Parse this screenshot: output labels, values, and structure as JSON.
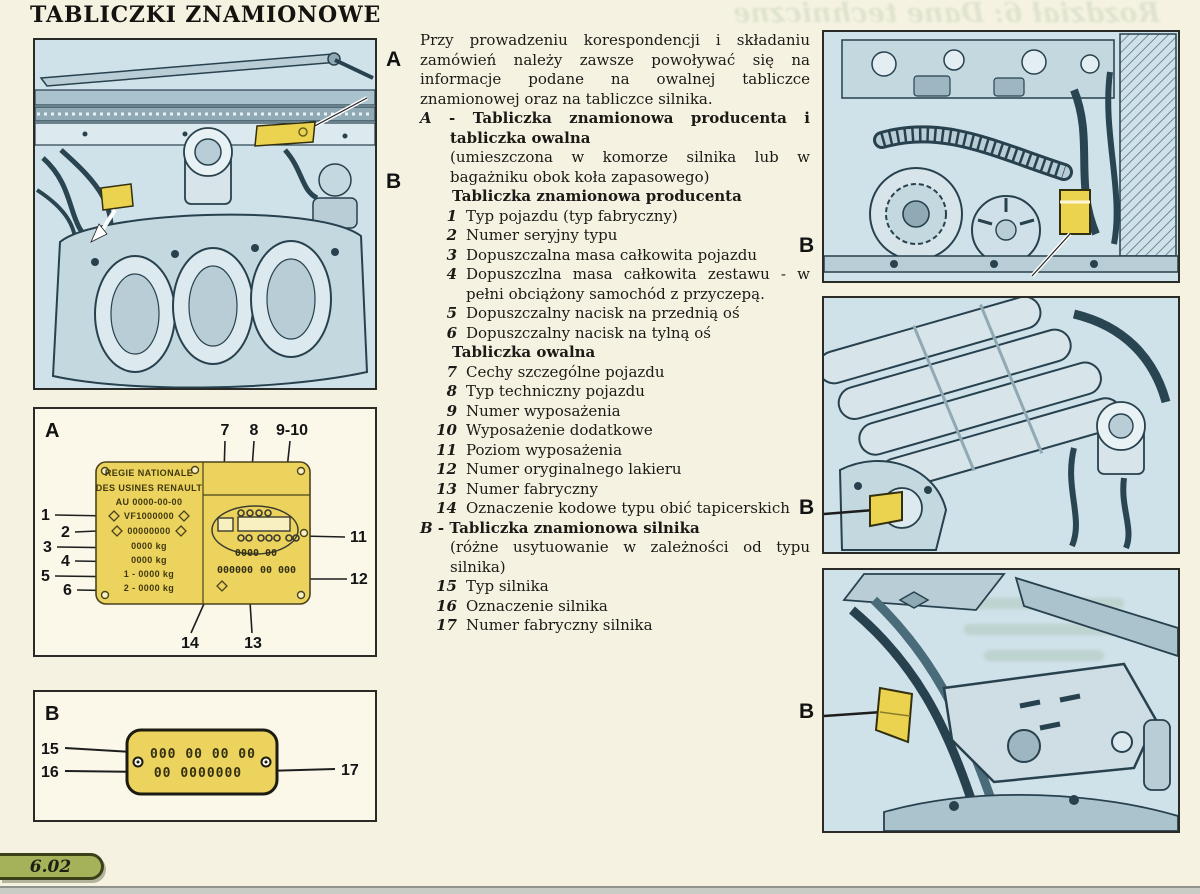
{
  "page": {
    "title": "TABLICZKI ZNAMIONOWE",
    "page_number": "6.02",
    "bleed_header": "Rozdział 6: Dane techniczne"
  },
  "intro": "Przy prowadzeniu korespondencji i składaniu zamówień należy zawsze powoływać się na informacje podane na owalnej tabliczce znamionowej oraz na tabliczce silnika.",
  "section_a": {
    "label": "A",
    "dash": "-",
    "title": "Tabliczka znamionowa producenta i tabliczka owalna",
    "subtitle": "(umieszczona w komorze silnika lub w bagażniku obok koła zapasowego)",
    "producer": {
      "heading": "Tabliczka znamionowa producenta",
      "items": [
        {
          "num": "1",
          "text": "Typ pojazdu (typ fabryczny)"
        },
        {
          "num": "2",
          "text": "Numer seryjny typu"
        },
        {
          "num": "3",
          "text": "Dopuszczalna masa całkowita pojazdu"
        },
        {
          "num": "4",
          "text": "Dopuszczlna masa całkowita zestawu - w pełni obciążony samochód z przyczepą."
        },
        {
          "num": "5",
          "text": "Dopuszczalny nacisk na przednią oś"
        },
        {
          "num": "6",
          "text": "Dopuszczalny nacisk na tylną oś"
        }
      ]
    },
    "oval": {
      "heading": "Tabliczka owalna",
      "items": [
        {
          "num": "7",
          "text": "Cechy szczególne pojazdu"
        },
        {
          "num": "8",
          "text": "Typ techniczny pojazdu"
        },
        {
          "num": "9",
          "text": "Numer wyposażenia"
        },
        {
          "num": "10",
          "text": "Wyposażenie dodatkowe"
        },
        {
          "num": "11",
          "text": "Poziom wyposażenia"
        },
        {
          "num": "12",
          "text": "Numer oryginalnego lakieru"
        },
        {
          "num": "13",
          "text": "Numer fabryczny"
        },
        {
          "num": "14",
          "text": "Oznaczenie kodowe typu obić tapicerskich"
        }
      ]
    }
  },
  "section_b": {
    "label": "B",
    "dash": "-",
    "title": "Tabliczka znamionowa silnika",
    "subtitle": "(różne usytuowanie w zależności od typu silnika)",
    "items": [
      {
        "num": "15",
        "text": "Typ silnika"
      },
      {
        "num": "16",
        "text": "Oznaczenie silnika"
      },
      {
        "num": "17",
        "text": "Numer fabryczny silnika"
      }
    ]
  },
  "figures": {
    "engine_bay": {
      "label_a": "A",
      "label_b": "B"
    },
    "right_top": {
      "label": "B"
    },
    "right_middle": {
      "label": "B"
    },
    "right_bottom": {
      "label": "B"
    }
  },
  "diagram_a": {
    "label": "A",
    "plate": {
      "line1": "REGIE NATIONALE",
      "line2": "DES USINES RENAULT",
      "line3": "AU 0000-00-00",
      "line4": "VF1000000",
      "line5": "00000000",
      "line6": "0000 kg",
      "line7": "0000 kg",
      "line8": "1 - 0000 kg",
      "line9": "2 - 0000 kg",
      "oval_code": "0000 00",
      "bottom_left": "000000",
      "bottom_right": "00 000"
    },
    "callouts": {
      "c1": "1",
      "c2": "2",
      "c3": "3",
      "c4": "4",
      "c5": "5",
      "c6": "6",
      "c7": "7",
      "c8": "8",
      "c9_10": "9-10",
      "c11": "11",
      "c12": "12",
      "c13": "13",
      "c14": "14"
    }
  },
  "diagram_b": {
    "label": "B",
    "plate": {
      "row1": "000 00 00 00",
      "row2": "00 0000000"
    },
    "callouts": {
      "c15": "15",
      "c16": "16",
      "c17": "17"
    }
  },
  "colors": {
    "page_bg": "#f5f2e2",
    "illustration_bg": "#cfe1e9",
    "plate_yellow": "#ecd35a",
    "pill_green": "#a6b259",
    "ink": "#1c1a16"
  }
}
